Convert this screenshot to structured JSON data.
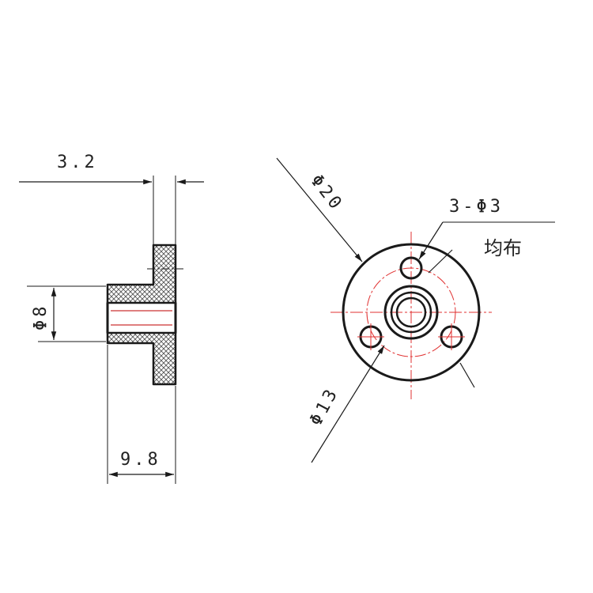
{
  "dimensions": {
    "flange_thickness": "3.2",
    "bore_diameter": "Φ8",
    "overall_length": "9.8",
    "flange_diameter": "Φ20",
    "hole_count_size": "3-Φ3",
    "hole_distribution": "均布",
    "pitch_circle_diameter": "Φ13"
  },
  "colors": {
    "outline": "#1a1a1a",
    "centerline": "#e03030",
    "hatch": "#555555"
  }
}
